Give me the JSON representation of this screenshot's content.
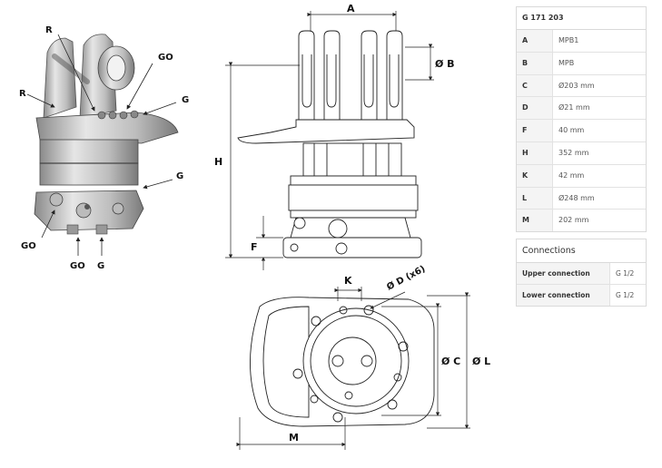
{
  "model": "G 171 203",
  "specs": [
    {
      "key": "A",
      "value": "MPB1"
    },
    {
      "key": "B",
      "value": "MPB"
    },
    {
      "key": "C",
      "value": "Ø203 mm"
    },
    {
      "key": "D",
      "value": "Ø21 mm"
    },
    {
      "key": "F",
      "value": "40 mm"
    },
    {
      "key": "H",
      "value": "352 mm"
    },
    {
      "key": "K",
      "value": "42 mm"
    },
    {
      "key": "L",
      "value": "Ø248 mm"
    },
    {
      "key": "M",
      "value": "202 mm"
    }
  ],
  "connections_title": "Connections",
  "connections": [
    {
      "label": "Upper connection",
      "value": "G 1/2"
    },
    {
      "label": "Lower connection",
      "value": "G 1/2"
    }
  ],
  "drawing": {
    "dim_a": "A",
    "dim_b": "Ø B",
    "dim_h": "H",
    "dim_f": "F",
    "dim_k": "K",
    "dim_d": "Ø D (x6)",
    "dim_c": "Ø C",
    "dim_l": "Ø L",
    "dim_m": "M",
    "callout_r1": "R",
    "callout_r2": "R",
    "callout_go1": "GO",
    "callout_g1": "G",
    "callout_g2": "G",
    "callout_go2": "GO",
    "callout_go3": "GO",
    "callout_g3": "G"
  },
  "colors": {
    "metal_light": "#d4d4d4",
    "metal_mid": "#a8a8a8",
    "metal_dark": "#6e6e6e",
    "line": "#222222",
    "table_border": "#d9d9d9"
  }
}
